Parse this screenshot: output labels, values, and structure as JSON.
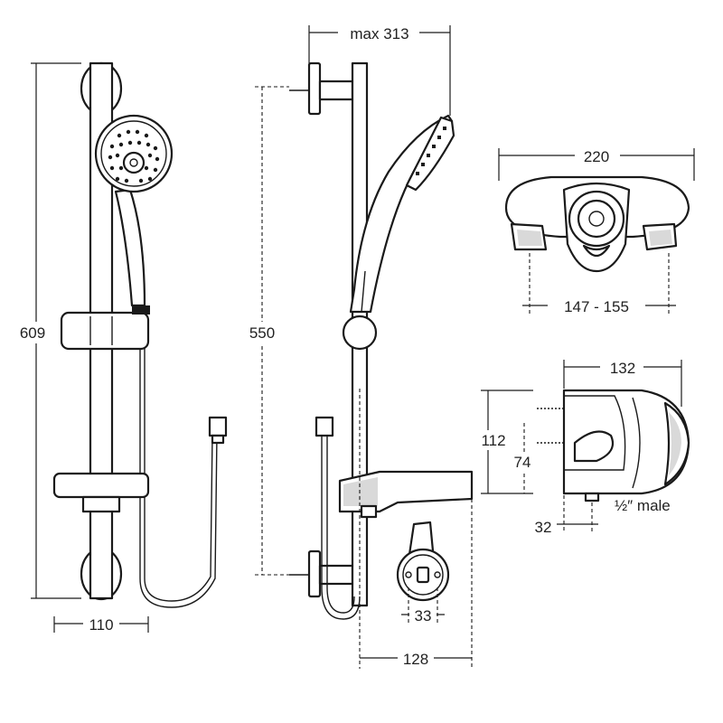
{
  "dimensions": {
    "max_width": "max 313",
    "width_220": "220",
    "centers": "147 - 155",
    "depth_132": "132",
    "height_112": "112",
    "height_74": "74",
    "outlet_32": "32",
    "outlet_thread": "½″ male",
    "rail_height": "609",
    "rail_centers": "550",
    "rail_width": "110",
    "dial_33": "33",
    "projection_128": "128"
  }
}
